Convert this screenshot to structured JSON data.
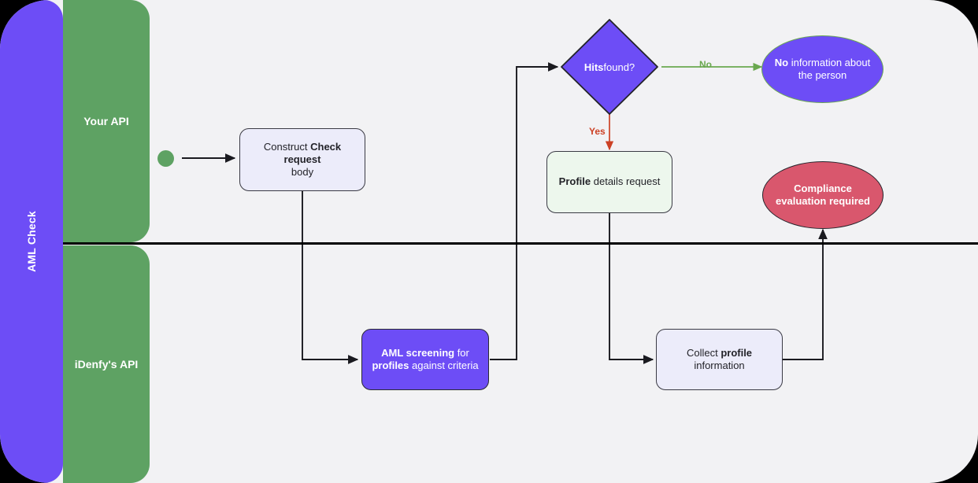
{
  "pool": {
    "title": "AML Check",
    "title_color": "#6d4df6",
    "lane_color": "#5ea263",
    "canvas_color": "#f2f2f4",
    "lanes": [
      {
        "id": "lane-your-api",
        "label": "Your API"
      },
      {
        "id": "lane-idenfy-api",
        "label": "iDenfy's API"
      }
    ]
  },
  "nodes": {
    "start": {
      "name": "start-event",
      "label": "",
      "color": "#5ea263"
    },
    "construct_request": {
      "name": "construct-check-request-node",
      "text_plain": "Construct Check request body",
      "text_html": "Construct <b>Check request</b><br>body",
      "fill": "#ececfa"
    },
    "hits_found": {
      "name": "hits-found-decision",
      "text_plain": "Hits found?",
      "text_html": "<b>Hits</b> found?",
      "fill": "#6d4df6"
    },
    "no_information": {
      "name": "no-information-end-event",
      "text_plain": "No information about the person",
      "text_html": "<b>No</b> information about<br>the person",
      "fill": "#6d4df6",
      "stroke": "#6aa84f"
    },
    "profile_details": {
      "name": "profile-details-request-node",
      "text_plain": "Profile details request",
      "text_html": "<b>Profile</b> details request",
      "fill": "#edf7ed"
    },
    "compliance_required": {
      "name": "compliance-evaluation-end-event",
      "text_plain": "Compliance evaluation required",
      "text_html": "Compliance<br>evaluation required",
      "fill": "#d9576d"
    },
    "aml_screening": {
      "name": "aml-screening-node",
      "text_plain": "AML screening for profiles against criteria",
      "text_html": "<b>AML screening</b> for<br><b>profiles</b> against criteria",
      "fill": "#6d4df6"
    },
    "collect_profile": {
      "name": "collect-profile-information-node",
      "text_plain": "Collect profile information",
      "text_html": "Collect <b>profile</b> information",
      "fill": "#ececfa"
    }
  },
  "edge_labels": {
    "no": {
      "text": "No",
      "color": "#6aa84f"
    },
    "yes": {
      "text": "Yes",
      "color": "#cc4125"
    }
  }
}
